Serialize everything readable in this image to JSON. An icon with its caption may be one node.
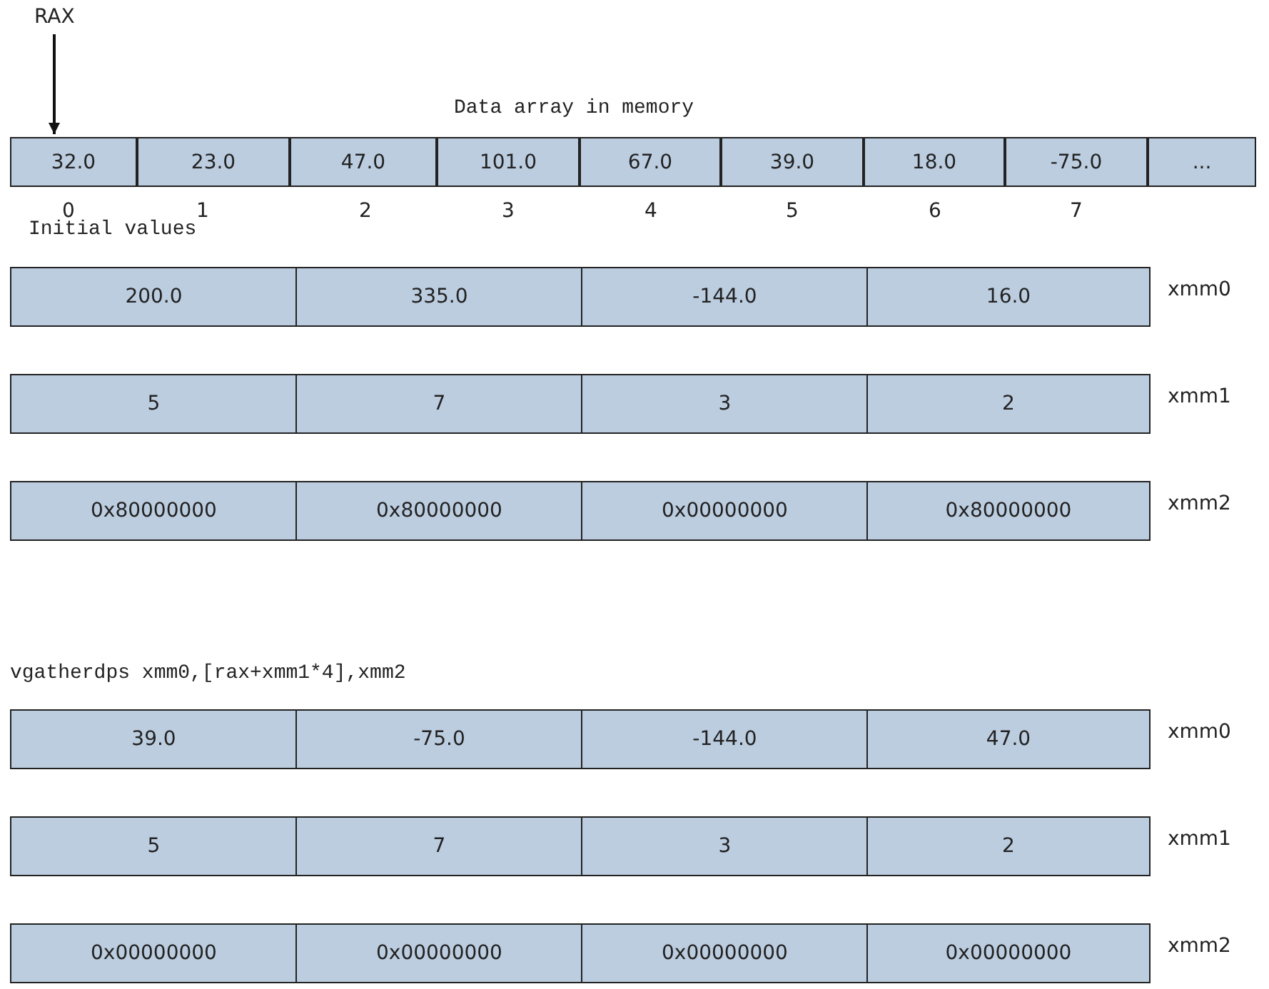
{
  "diagram": {
    "nodes": [
      {
        "text": [
          "RAX"
        ]
      },
      {
        "text": [
          "32.0"
        ]
      },
      {
        "text": [
          "23.0"
        ]
      },
      {
        "text": [
          "47.0"
        ]
      },
      {
        "text": [
          "101.0"
        ]
      },
      {
        "text": [
          "67.0"
        ]
      },
      {
        "text": [
          "39.0"
        ]
      },
      {
        "text": [
          "18.0"
        ]
      },
      {
        "text": [
          "-75.0"
        ]
      },
      {
        "text": [
          "..."
        ]
      },
      {
        "text": [
          "200.0"
        ]
      },
      {
        "text": [
          "335.0"
        ]
      },
      {
        "text": [
          "-144.0"
        ]
      },
      {
        "text": [
          "16.0"
        ]
      },
      {
        "text": [
          "5"
        ]
      },
      {
        "text": [
          "7"
        ]
      },
      {
        "text": [
          "3"
        ]
      },
      {
        "text": [
          "2"
        ]
      },
      {
        "text": [
          "0x80000000"
        ]
      },
      {
        "text": [
          "0x80000000"
        ]
      },
      {
        "text": [
          "0x00000000"
        ]
      },
      {
        "text": [
          "0x80000000"
        ]
      },
      {
        "text": [
          "39.0"
        ]
      },
      {
        "text": [
          "-75.0"
        ]
      },
      {
        "text": [
          "-144.0"
        ]
      },
      {
        "text": [
          "47.0"
        ]
      },
      {
        "text": [
          "5"
        ]
      },
      {
        "text": [
          "7"
        ]
      },
      {
        "text": [
          "3"
        ]
      },
      {
        "text": [
          "2"
        ]
      },
      {
        "text": [
          "0x00000000"
        ]
      },
      {
        "text": [
          "0x00000000"
        ]
      },
      {
        "text": [
          "0x00000000"
        ]
      },
      {
        "text": [
          "0x00000000"
        ]
      }
    ],
    "edges": [
      {
        "from": 0,
        "to": 1,
        "arrow": "to"
      }
    ],
    "labels": [
      "Data array in memory",
      "0",
      "1",
      "2",
      "3",
      "4",
      "5",
      "6",
      "7",
      "Initial values",
      "xmm0",
      "xmm1",
      "xmm2",
      "vgatherdps xmm0,[rax+xmm1*4],xmm2",
      "xmm0",
      "xmm1",
      "xmm2"
    ]
  }
}
